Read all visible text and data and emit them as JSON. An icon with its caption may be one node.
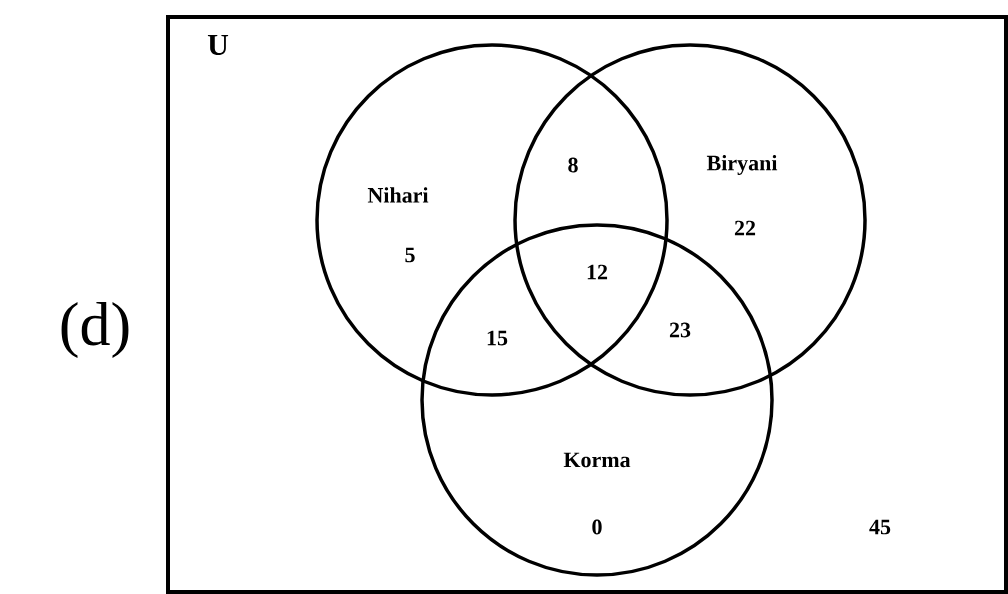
{
  "diagram": {
    "nodes": [
      {
        "text": [
          "U"
        ]
      },
      {
        "text": [
          "Nihari"
        ],
        "in": 0
      },
      {
        "text": [
          "Biryani"
        ],
        "in": 0
      },
      {
        "text": [
          "Korma"
        ],
        "in": 0
      }
    ],
    "labels": [
      "(d)",
      "8",
      "5",
      "22",
      "12",
      "15",
      "23",
      "0",
      "45"
    ]
  }
}
